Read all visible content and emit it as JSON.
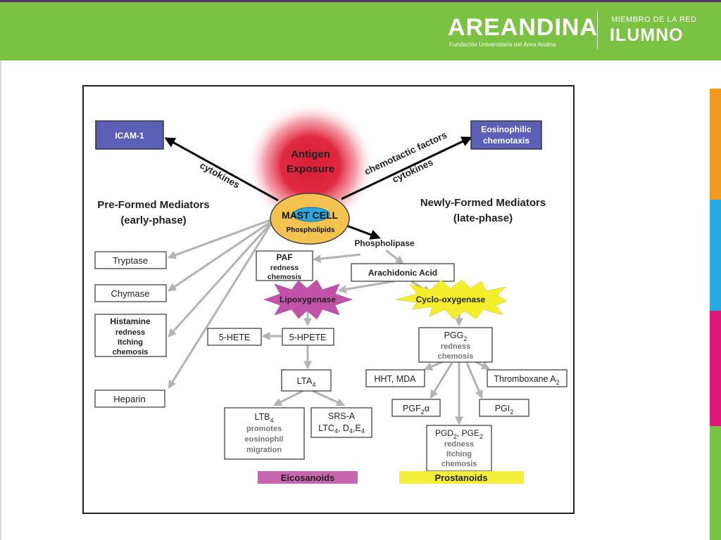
{
  "header": {
    "logo_main": "AREANDINA",
    "logo_sub": "Fundación Universitaria del Área Andina",
    "member_text": "MIEMBRO DE LA RED",
    "ilumno_text": "ILUMNO"
  },
  "colors": {
    "header_green": "#7bc142",
    "stripe_orange": "#f29a1f",
    "stripe_blue": "#27a9e1",
    "stripe_magenta": "#e0177d",
    "stripe_green": "#7bc142",
    "box_blue": "#5b5fb5",
    "mast_cell_fill": "#f4c24f",
    "eicosanoids_fill": "#c865b0",
    "prostanoids_fill": "#f3ef3a",
    "lipoxygenase_fill": "#c251a8",
    "cyclooxygenase_fill": "#f5ee2b"
  },
  "diagram": {
    "icam": "ICAM-1",
    "eosinophilic_line1": "Eosinophilic",
    "eosinophilic_line2": "chemotaxis",
    "antigen_line1": "Antigen",
    "antigen_line2": "Exposure",
    "cytokines_left": "cytokines",
    "chemotactic_factors": "chemotactic factors",
    "cytokines_right": "cytokines",
    "pre_formed_line1": "Pre-Formed Mediators",
    "pre_formed_line2": "(early-phase)",
    "newly_formed_line1": "Newly-Formed Mediators",
    "newly_formed_line2": "(late-phase)",
    "mast_cell": "MAST CELL",
    "phospholipids": "Phospholipids",
    "phospholipase": "Phospholipase",
    "tryptase": "Tryptase",
    "chymase": "Chymase",
    "histamine_title": "Histamine",
    "histamine_sub1": "redness",
    "histamine_sub2": "Itching",
    "histamine_sub3": "chemosis",
    "heparin": "Heparin",
    "paf_title": "PAF",
    "paf_sub1": "redness",
    "paf_sub2": "chemosis",
    "arachidonic_acid": "Arachidonic Acid",
    "lipoxygenase": "Lipoxygenase",
    "cyclooxygenase": "Cyclo-oxygenase",
    "hete": "5-HETE",
    "hpete": "5-HPETE",
    "lta4_base": "LTA",
    "lta4_sub": "4",
    "ltb4_base": "LTB",
    "ltb4_sub": "4",
    "ltb4_line2": "promotes",
    "ltb4_line3": "eosinophil",
    "ltb4_line4": "migration",
    "srsa_line1": "SRS-A",
    "srsa_ltc": "LTC",
    "srsa_sub4": "4",
    "srsa_d": ", D",
    "srsa_e": ",E",
    "pgg_base": "PGG",
    "pgg_sub": "2",
    "pgg_line2": "redness",
    "pgg_line3": "chemosis",
    "hht_mda": "HHT, MDA",
    "thromboxane_base": "Thromboxane A",
    "thromboxane_sub": "2",
    "pgf_base": "PGF",
    "pgf_sub": "2",
    "pgf_alpha": "α",
    "pgi_base": "PGI",
    "pgi_sub": "2",
    "pgd_base": "PGD",
    "pgd_sub": "2",
    "pgd_mid": ", PGE",
    "pgd_line2": "redness",
    "pgd_line3": "Itching",
    "pgd_line4": "chemosis",
    "eicosanoids": "Eicosanoids",
    "prostanoids": "Prostanoids"
  }
}
